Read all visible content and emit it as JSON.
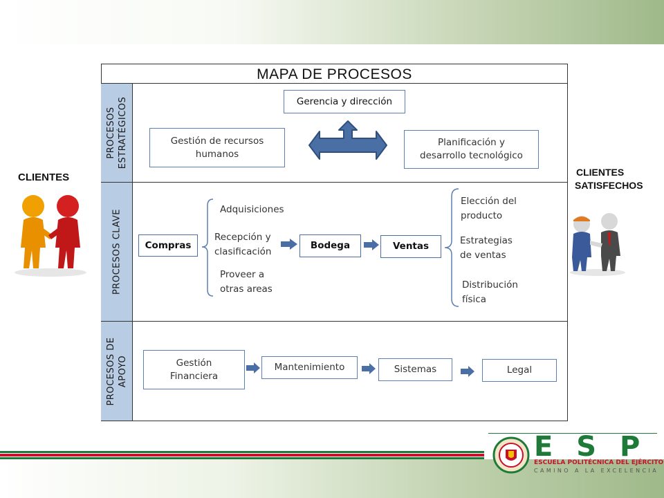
{
  "title": "MAPA DE PROCESOS",
  "left": {
    "label": "CLIENTES"
  },
  "right": {
    "label_line1": "CLIENTES",
    "label_line2": "SATISFECHOS"
  },
  "sections": {
    "strategic": "PROCESOS\nESTRATÉGICOS",
    "key": "PROCESOS CLAVE",
    "support": "PROCESOS DE\nAPOYO"
  },
  "strategic": {
    "gerencia": "Gerencia y dirección",
    "rrhh_line1": "Gestión de recursos",
    "rrhh_line2": "humanos",
    "plan_line1": "Planificación y",
    "plan_line2": "desarrollo tecnológico"
  },
  "key": {
    "compras": "Compras",
    "adquisiciones": "Adquisiciones",
    "recepcion": "Recepción y\nclasificación",
    "proveer": "Proveer a\notras areas",
    "bodega": "Bodega",
    "ventas": "Ventas",
    "eleccion": "Elección del\nproducto",
    "estrategias": "Estrategias\nde ventas",
    "distribucion": "Distribución\nfísica"
  },
  "support": {
    "financiera_line1": "Gestión",
    "financiera_line2": "Financiera",
    "mantenimiento": "Mantenimiento",
    "sistemas": "Sistemas",
    "legal": "Legal"
  },
  "logo": {
    "letters": "E S P E",
    "line1": "ESCUELA POLITÉCNICA DEL EJÉRCITO",
    "line2": "CAMINO A LA EXCELENCIA"
  },
  "colors": {
    "section_fill": "#b8cce4",
    "box_border": "#5b7fb0",
    "arrow": "#4a6fa5",
    "brand_red": "#c8102e",
    "brand_green": "#1f7a3a"
  }
}
